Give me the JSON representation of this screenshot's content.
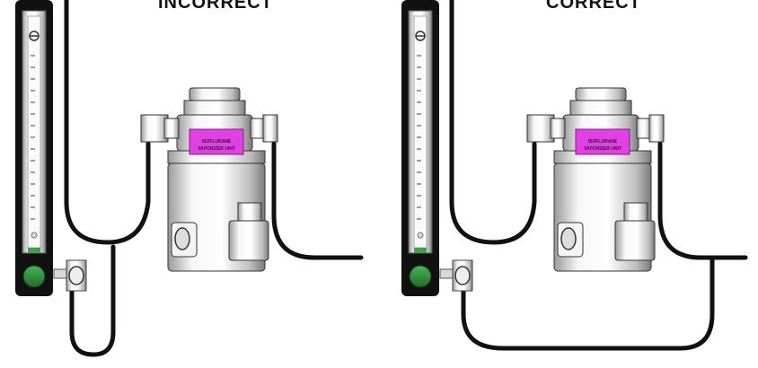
{
  "panels": {
    "incorrect": {
      "label": "INCORRECT"
    },
    "correct": {
      "label": "CORRECT"
    }
  },
  "vaporizer": {
    "tag_line1": "ISOFLURANE",
    "tag_line2": "VAPORIZER UNIT"
  },
  "colors": {
    "tube": "#111111",
    "tag": "#e43fe6",
    "knob": "#2c8a3a",
    "metal_light": "#f2f2f2",
    "metal_dark": "#8c8c8c"
  },
  "icons": [
    "flowmeter-icon",
    "vaporizer-icon",
    "hose-icon"
  ]
}
